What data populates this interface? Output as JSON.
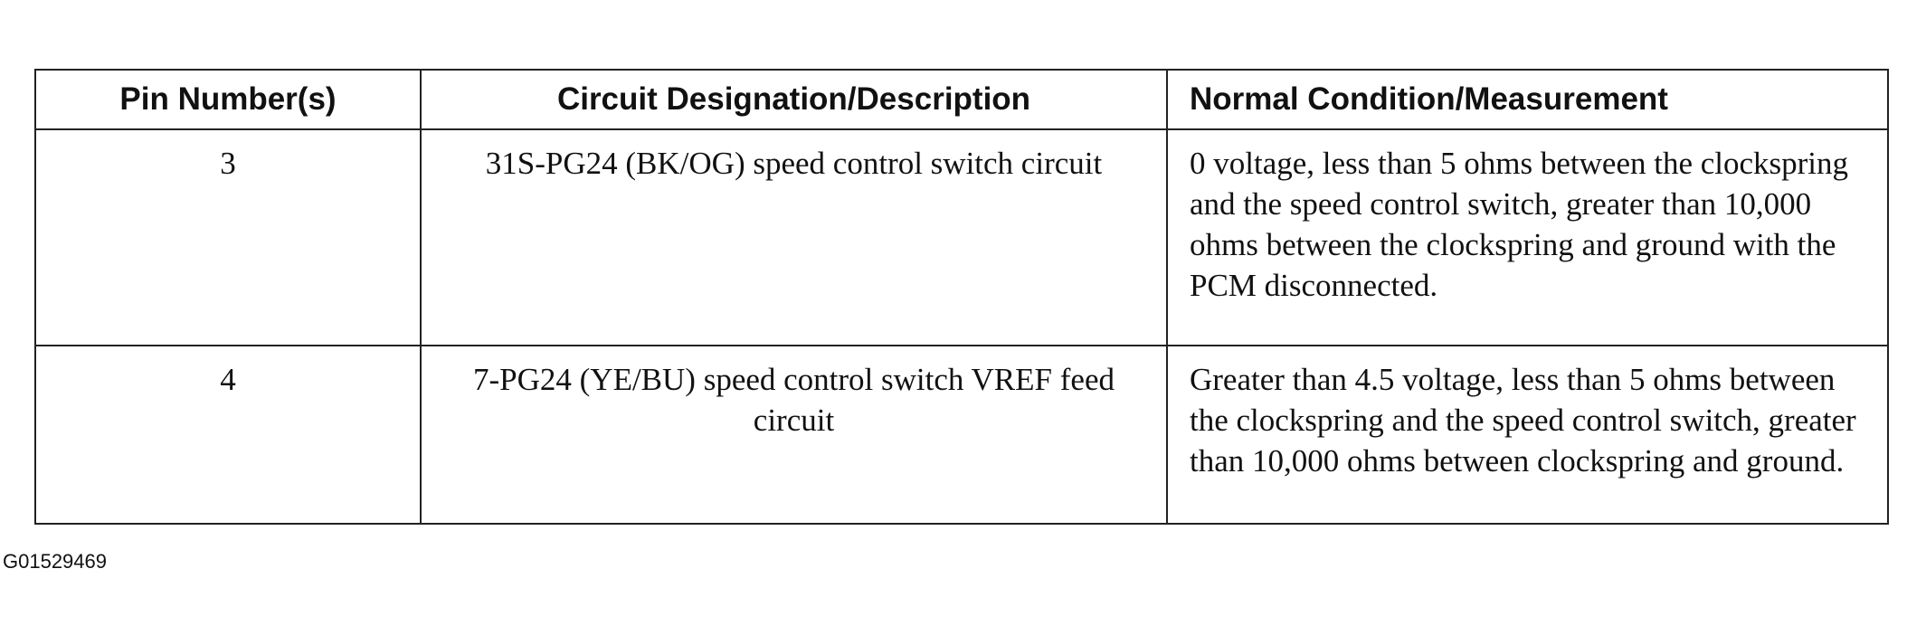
{
  "table": {
    "headers": [
      "Pin Number(s)",
      "Circuit Designation/Description",
      "Normal Condition/Measurement"
    ],
    "rows": [
      {
        "pin": "3",
        "description": "31S-PG24 (BK/OG) speed control switch circuit",
        "condition": "0 voltage, less than 5 ohms between the clockspring and the speed control switch, greater than 10,000 ohms between the clockspring and ground with the PCM disconnected."
      },
      {
        "pin": "4",
        "description": "7-PG24 (YE/BU) speed control switch VREF feed circuit",
        "condition": "Greater than 4.5 voltage, less than 5 ohms between the clockspring and the speed control switch, greater than 10,000 ohms between clockspring and ground."
      }
    ]
  },
  "figure_id": "G01529469"
}
